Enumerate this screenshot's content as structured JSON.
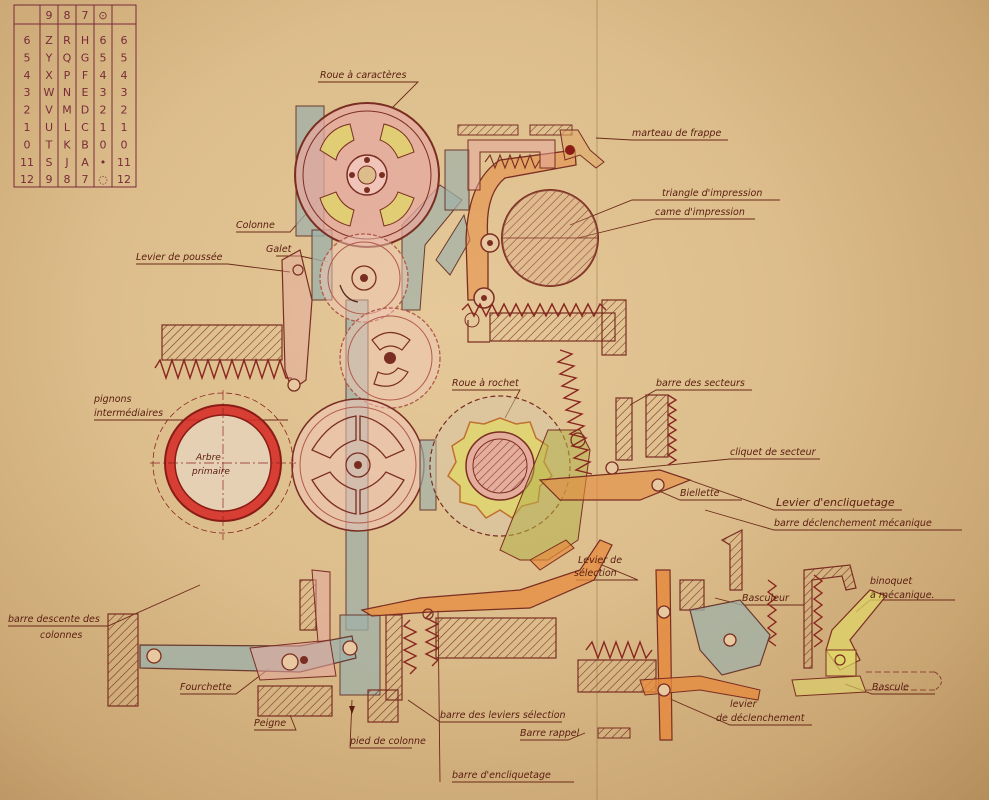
{
  "code_table": {
    "headers": [
      "9",
      "8",
      "7",
      "⊙"
    ],
    "row_numbers": [
      "6",
      "5",
      "4",
      "3",
      "2",
      "1",
      "0",
      "11",
      "12"
    ],
    "columns": [
      [
        "Z",
        "Y",
        "X",
        "W",
        "V",
        "U",
        "T",
        "S",
        "9"
      ],
      [
        "R",
        "Q",
        "P",
        "N",
        "M",
        "L",
        "K",
        "J",
        "8"
      ],
      [
        "H",
        "G",
        "F",
        "E",
        "D",
        "C",
        "B",
        "A",
        "7"
      ],
      [
        "6",
        "5",
        "4",
        "3",
        "2",
        "1",
        "0",
        "•",
        "◌"
      ]
    ]
  },
  "labels": {
    "roue_a_caracteres": "Roue à caractères",
    "marteau_de_frappe": "marteau de frappe",
    "triangle_impression": "triangle d'impression",
    "came_impression": "came d'impression",
    "colonne": "Colonne",
    "levier_de_poussee": "Levier de poussée",
    "galet": "Galet",
    "pignons": "pignons",
    "intermediaires": "intermédiaires",
    "roue_a_rochet": "Roue à rochet",
    "barre_des_secteurs": "barre des secteurs",
    "cliquet_de_secteur": "cliquet de secteur",
    "biellette": "Biellette",
    "levier_encliquetage": "Levier d'encliquetage",
    "barre_declenchement_mecanique": "barre déclenchement mécanique",
    "levier_de": "Levier de",
    "selection": "sélection",
    "basculeur": "Basculeur",
    "binoquet": "binoquet",
    "a_mecanique": "à mécanique.",
    "bascule": "Bascule",
    "barre_descente_des": "barre descente des",
    "colonnes": "colonnes",
    "fourchette": "Fourchette",
    "peigne": "Peigne",
    "barre_des_leviers_selection": "barre des leviers sélection",
    "barre_rappel": "Barre rappel",
    "levier": "levier",
    "de_declenchement": "de déclenchement",
    "pied_de_colonne": "pied de colonne",
    "barre_encliquetage": "barre d'encliquetage",
    "arbre": "Arbre",
    "primaire": "primaire"
  },
  "colors": {
    "paper": "#dcbd8b",
    "ink": "#5a1c10",
    "red_line": "#8a2620",
    "gear_pink": "#e5a8a0",
    "yellow": "#e0d66a",
    "blue_grey": "#9fb0a8",
    "orange": "#e58b3f",
    "olive": "#b5b04a",
    "shaft_red": "#d6302a"
  }
}
